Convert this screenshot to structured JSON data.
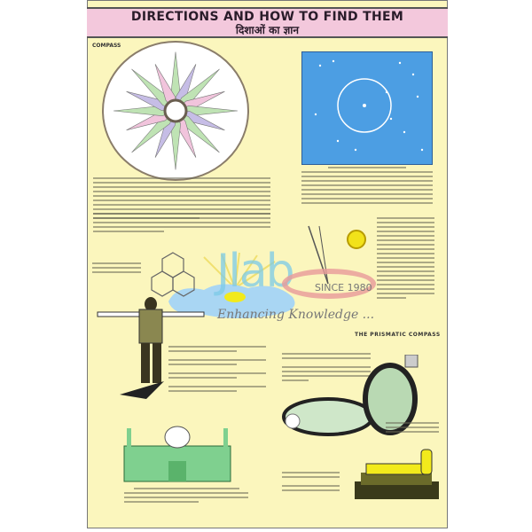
{
  "poster": {
    "title_en": "DIRECTIONS AND HOW TO FIND THEM",
    "title_hi": "दिशाओं का ज्ञान",
    "compass_label": "COMPASS",
    "prismatic_compass_title": "THE PRISMATIC COMPASS"
  },
  "watermark": {
    "brand": "Jlab",
    "since": "SINCE 1980",
    "tagline": "Enhancing Knowledge ..."
  },
  "colors": {
    "background": "#fbf6bd",
    "title_band": "#f3c8dc",
    "sky": "#4c9ee3",
    "compass_petal_green": "#bfe3b4",
    "compass_petal_purple": "#c6bde6",
    "compass_petal_pink": "#f1c4dc",
    "mosque": "#7fd08f",
    "tomb": "#f2ea1c"
  }
}
